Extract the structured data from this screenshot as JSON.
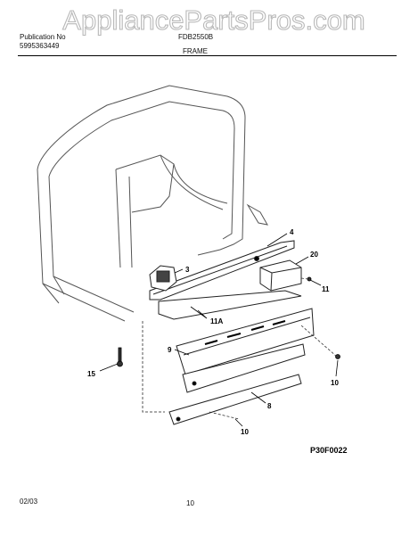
{
  "header": {
    "publication_label": "Publication No",
    "publication_number": "5995363449",
    "model": "FDB2550B",
    "section_title": "FRAME"
  },
  "watermark": {
    "text": "AppliancePartsPros.com"
  },
  "callouts": {
    "c3": "3",
    "c4": "4",
    "c20": "20",
    "c11": "11",
    "c11a": "11A",
    "c9": "9",
    "c15": "15",
    "c10a": "10",
    "c8": "8",
    "c10b": "10"
  },
  "figure_ref": "P30F0022",
  "footer": {
    "date": "02/03",
    "page": "10"
  }
}
